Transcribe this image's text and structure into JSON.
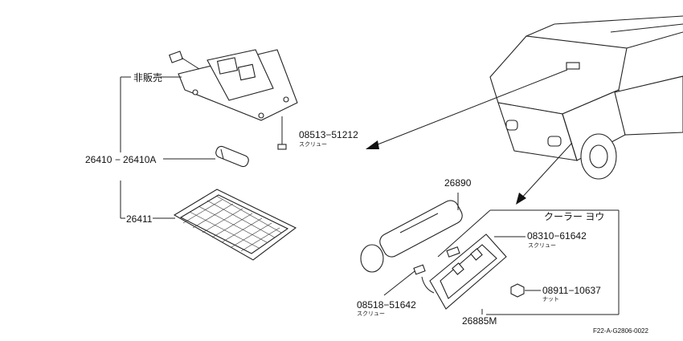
{
  "labels": {
    "hihanbai": "非販売",
    "p08513": "08513−51212",
    "screw1": "スクリュー",
    "p26410": "26410",
    "p26410A": "26410A",
    "p26411": "26411",
    "p26890": "26890",
    "cooler": "クーラー ヨウ",
    "p08310": "08310−61642",
    "screw2": "スクリュー",
    "p08911": "08911−10637",
    "nut": "ナット",
    "p08518": "08518−51642",
    "screw3": "スクリュー",
    "p26885M": "26885M",
    "figure_code": "F22-A-G2806-0022"
  }
}
